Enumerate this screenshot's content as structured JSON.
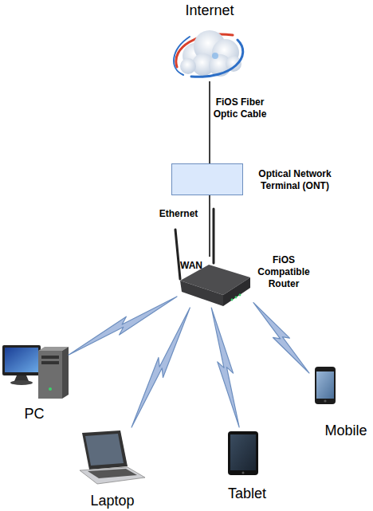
{
  "diagram": {
    "nodes": [
      {
        "text": [
          "Internet"
        ]
      },
      {
        "text": [
          "Optical Network Terminal (ONT)"
        ]
      },
      {
        "text": [
          "FiOS Compatible Router"
        ]
      },
      {
        "text": [
          "PC"
        ]
      },
      {
        "text": [
          "Laptop"
        ]
      },
      {
        "text": [
          "Tablet"
        ]
      },
      {
        "text": [
          "Mobile"
        ]
      }
    ],
    "edges": [
      {
        "from": 0,
        "to": 1,
        "label": "FiOS Fiber Optic Cable",
        "arrow": "none"
      },
      {
        "from": 1,
        "to": 2,
        "label": "Ethernet",
        "arrow": "none"
      },
      {
        "from": 2,
        "to": 3,
        "arrow": "none"
      },
      {
        "from": 2,
        "to": 4,
        "arrow": "none"
      },
      {
        "from": 2,
        "to": 5,
        "arrow": "none"
      },
      {
        "from": 2,
        "to": 6,
        "arrow": "none"
      }
    ],
    "labels": [
      "WAN"
    ]
  }
}
